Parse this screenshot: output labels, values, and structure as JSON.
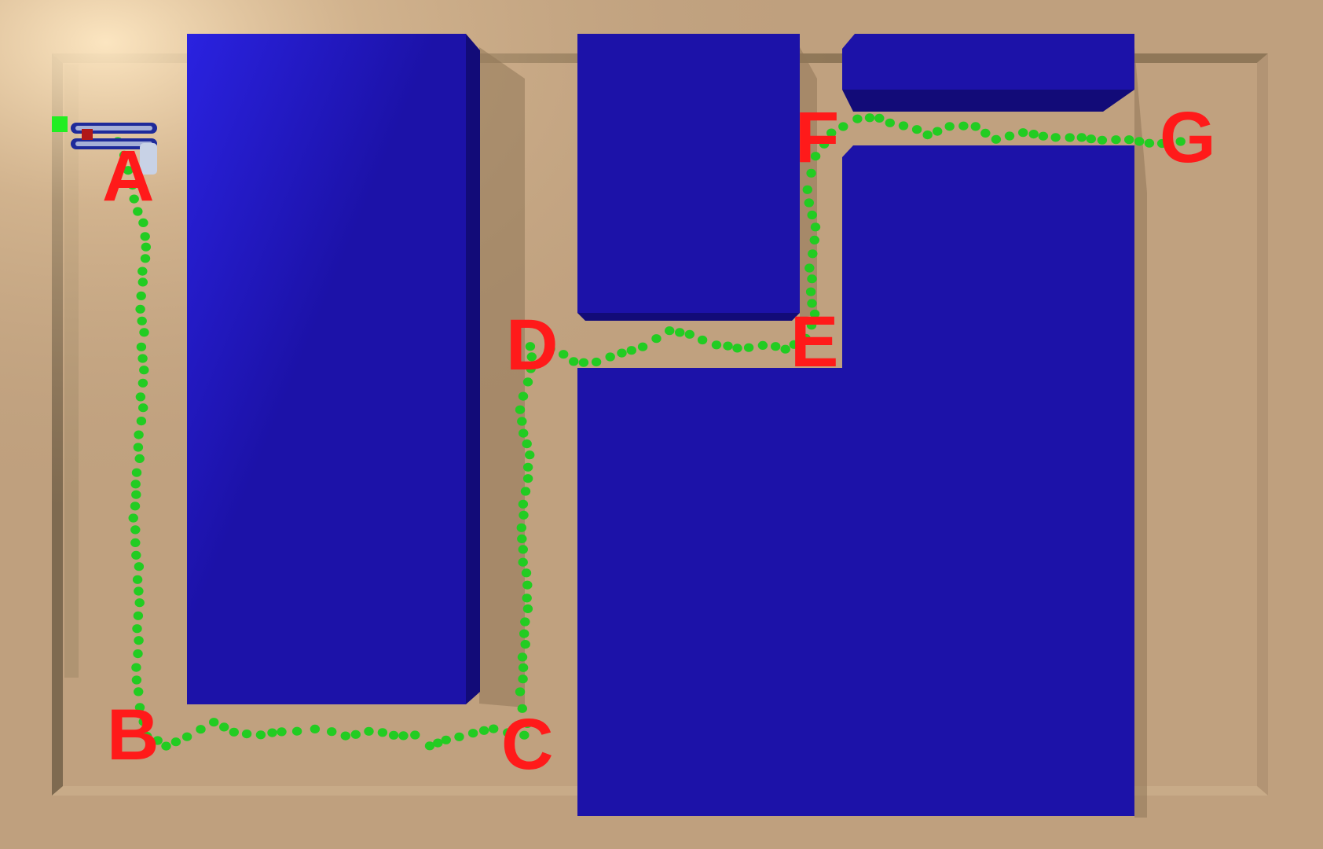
{
  "scene": {
    "colors": {
      "floor": "#bfa07e",
      "wall_inner": "#a8906f",
      "wall_shadow": "#8f7758",
      "obstacle": "#1c12a8",
      "obstacle_side": "#120b78",
      "path_dot": "#22cc22",
      "label": "#ff1a1a",
      "robot_body": "#1e2a9a",
      "robot_accent": "#c8d2e6",
      "robot_marker": "#22ee22",
      "robot_core": "#b01818"
    },
    "waypoints": [
      {
        "label": "A"
      },
      {
        "label": "B"
      },
      {
        "label": "C"
      },
      {
        "label": "D"
      },
      {
        "label": "E"
      },
      {
        "label": "F"
      },
      {
        "label": "G"
      }
    ]
  }
}
